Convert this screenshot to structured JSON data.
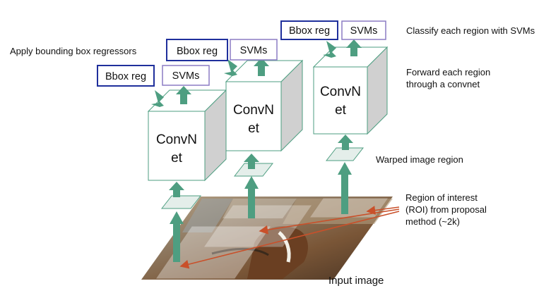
{
  "annotations": {
    "classify": "Classify each region with SVMs",
    "bbox": "Apply bounding box regressors",
    "forward_line1": "Forward each region",
    "forward_line2": "through a convnet",
    "warped": "Warped image region",
    "roi_line1": "Region of interest",
    "roi_line2": "(ROI) from proposal",
    "roi_line3": "method (~2k)",
    "input": "Input image"
  },
  "convnet_line1": "ConvN",
  "convnet_line2": "et",
  "bbox_reg_label": "Bbox reg",
  "svms_label": "SVMs",
  "colors": {
    "arrow": "#4e9e81",
    "cube_edge": "#4e9e81",
    "cube_side": "#d0d0d0",
    "bbox_border": "#1f2f9c",
    "svm_border": "#8c7cc4",
    "roi_arrow": "#c9502a",
    "patch_fill": "#e4eeea"
  }
}
